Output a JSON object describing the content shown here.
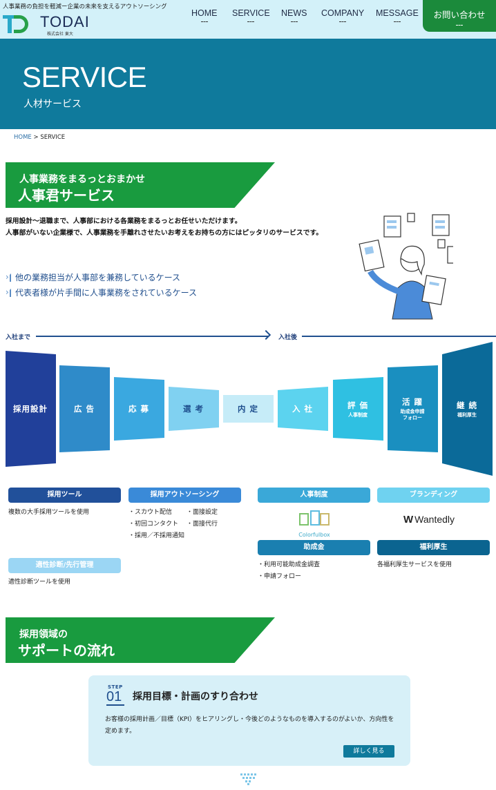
{
  "header": {
    "tagline": "人事業務の負担を軽減ー企業の未来を支えるアウトソーシング",
    "logo_text": "TODAI",
    "logo_sub": "株式会社 東大",
    "nav": [
      "HOME",
      "SERVICE",
      "NEWS",
      "COMPANY",
      "MESSAGE"
    ],
    "contact": "お問い合わせ"
  },
  "hero": {
    "title": "SERVICE",
    "subtitle": "人材サービス"
  },
  "breadcrumb": {
    "home": "HOME",
    "sep": " > ",
    "current": "SERVICE"
  },
  "section1": {
    "line1": "人事業務をまるっとおまかせ",
    "line2": "人事君サービス",
    "intro1": "採用設計〜退職まで、人事部における各業務をまるっとお任せいただけます。",
    "intro2": "人事部がいない企業様で、人事業務を手離れさせたいお考えをお持ちの方にはピッタリのサービスです。",
    "cases": [
      "他の業務担当が人事部を兼務しているケース",
      "代表者様が片手間に人事業務をされているケース"
    ]
  },
  "timeline": {
    "before": "入社まで",
    "after": "入社後",
    "stages": [
      {
        "label": "採用設計",
        "sub": "",
        "color": "#21409a",
        "text": "#ffffff"
      },
      {
        "label": "広 告",
        "sub": "",
        "color": "#2f8bc9",
        "text": "#ffffff"
      },
      {
        "label": "応 募",
        "sub": "",
        "color": "#3aa8e0",
        "text": "#ffffff"
      },
      {
        "label": "選 考",
        "sub": "",
        "color": "#80d1f1",
        "text": "#1f4f8e"
      },
      {
        "label": "内 定",
        "sub": "",
        "color": "#c6ecf8",
        "text": "#1f4f8e"
      },
      {
        "label": "入 社",
        "sub": "",
        "color": "#5cd3ef",
        "text": "#ffffff"
      },
      {
        "label": "評 価",
        "sub": "人事制度",
        "color": "#2fc0e2",
        "text": "#ffffff"
      },
      {
        "label": "活 躍",
        "sub": "助成金申請\nフォロー",
        "color": "#1a8fc0",
        "text": "#ffffff"
      },
      {
        "label": "継 続",
        "sub": "福利厚生",
        "color": "#0b6a99",
        "text": "#ffffff"
      }
    ]
  },
  "tools": {
    "recruit_tool": {
      "title": "採用ツール",
      "text": "複数の大手採用ツールを使用",
      "color": "#21509a"
    },
    "recruit_outsource": {
      "title": "採用アウトソーシング",
      "items": [
        "・スカウト配信",
        "・面接設定",
        "・初回コンタクト",
        "・面接代行",
        "・採用／不採用通知"
      ],
      "color": "#3a8ad8"
    },
    "aptitude": {
      "title": "適性診断/先行管理",
      "text": "適性診断ツールを使用",
      "color": "#9bd6f4"
    },
    "hr_system": {
      "title": "人事制度",
      "logo": "Colorfulbox",
      "color": "#3aa8d8"
    },
    "branding": {
      "title": "ブランディング",
      "logo": "Wantedly",
      "color": "#6fd2f0"
    },
    "subsidy": {
      "title": "助成金",
      "items": [
        "・利用可能助成金調査",
        "・申請フォロー"
      ],
      "color": "#1a7fb0"
    },
    "welfare": {
      "title": "福利厚生",
      "text": "各福利厚生サービスを使用",
      "color": "#0b6490"
    }
  },
  "section2": {
    "line1": "採用領域の",
    "line2": "サポートの流れ",
    "step": {
      "label": "STEP",
      "num": "01",
      "title": "採用目標・計画のすり合わせ",
      "desc": "お客様の採用計画／目標（KPI）をヒアリングし・今後どのようなものを導入するのがよいか、方向性を定めます。",
      "button": "詳しく見る"
    }
  }
}
